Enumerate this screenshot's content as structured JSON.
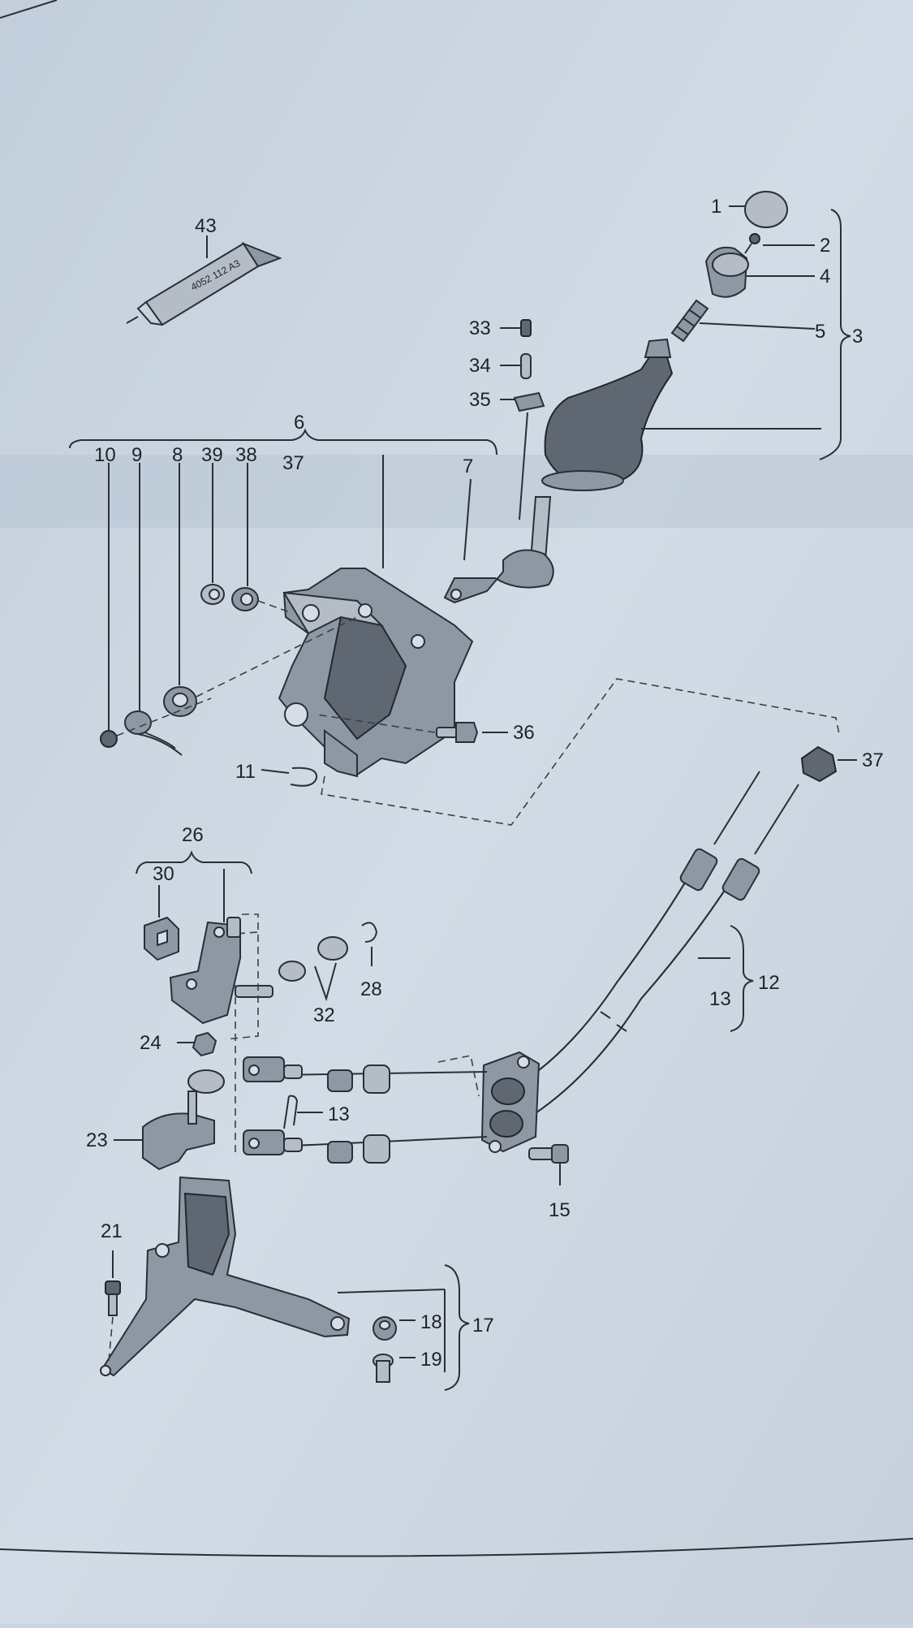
{
  "tube_label": "4052 112 A3",
  "labels": {
    "p1": "1",
    "p2": "2",
    "p3": "3",
    "p4": "4",
    "p5": "5",
    "p6": "6",
    "p7": "7",
    "p8": "8",
    "p9": "9",
    "p10": "10",
    "p11": "11",
    "p12": "12",
    "p13a": "13",
    "p13b": "13",
    "p15": "15",
    "p17": "17",
    "p18": "18",
    "p19": "19",
    "p21": "21",
    "p23": "23",
    "p24": "24",
    "p26": "26",
    "p28": "28",
    "p30": "30",
    "p32": "32",
    "p33": "33",
    "p34": "34",
    "p35": "35",
    "p36": "36",
    "p37a": "37",
    "p37b": "37",
    "p38": "38",
    "p39": "39",
    "p43": "43"
  }
}
